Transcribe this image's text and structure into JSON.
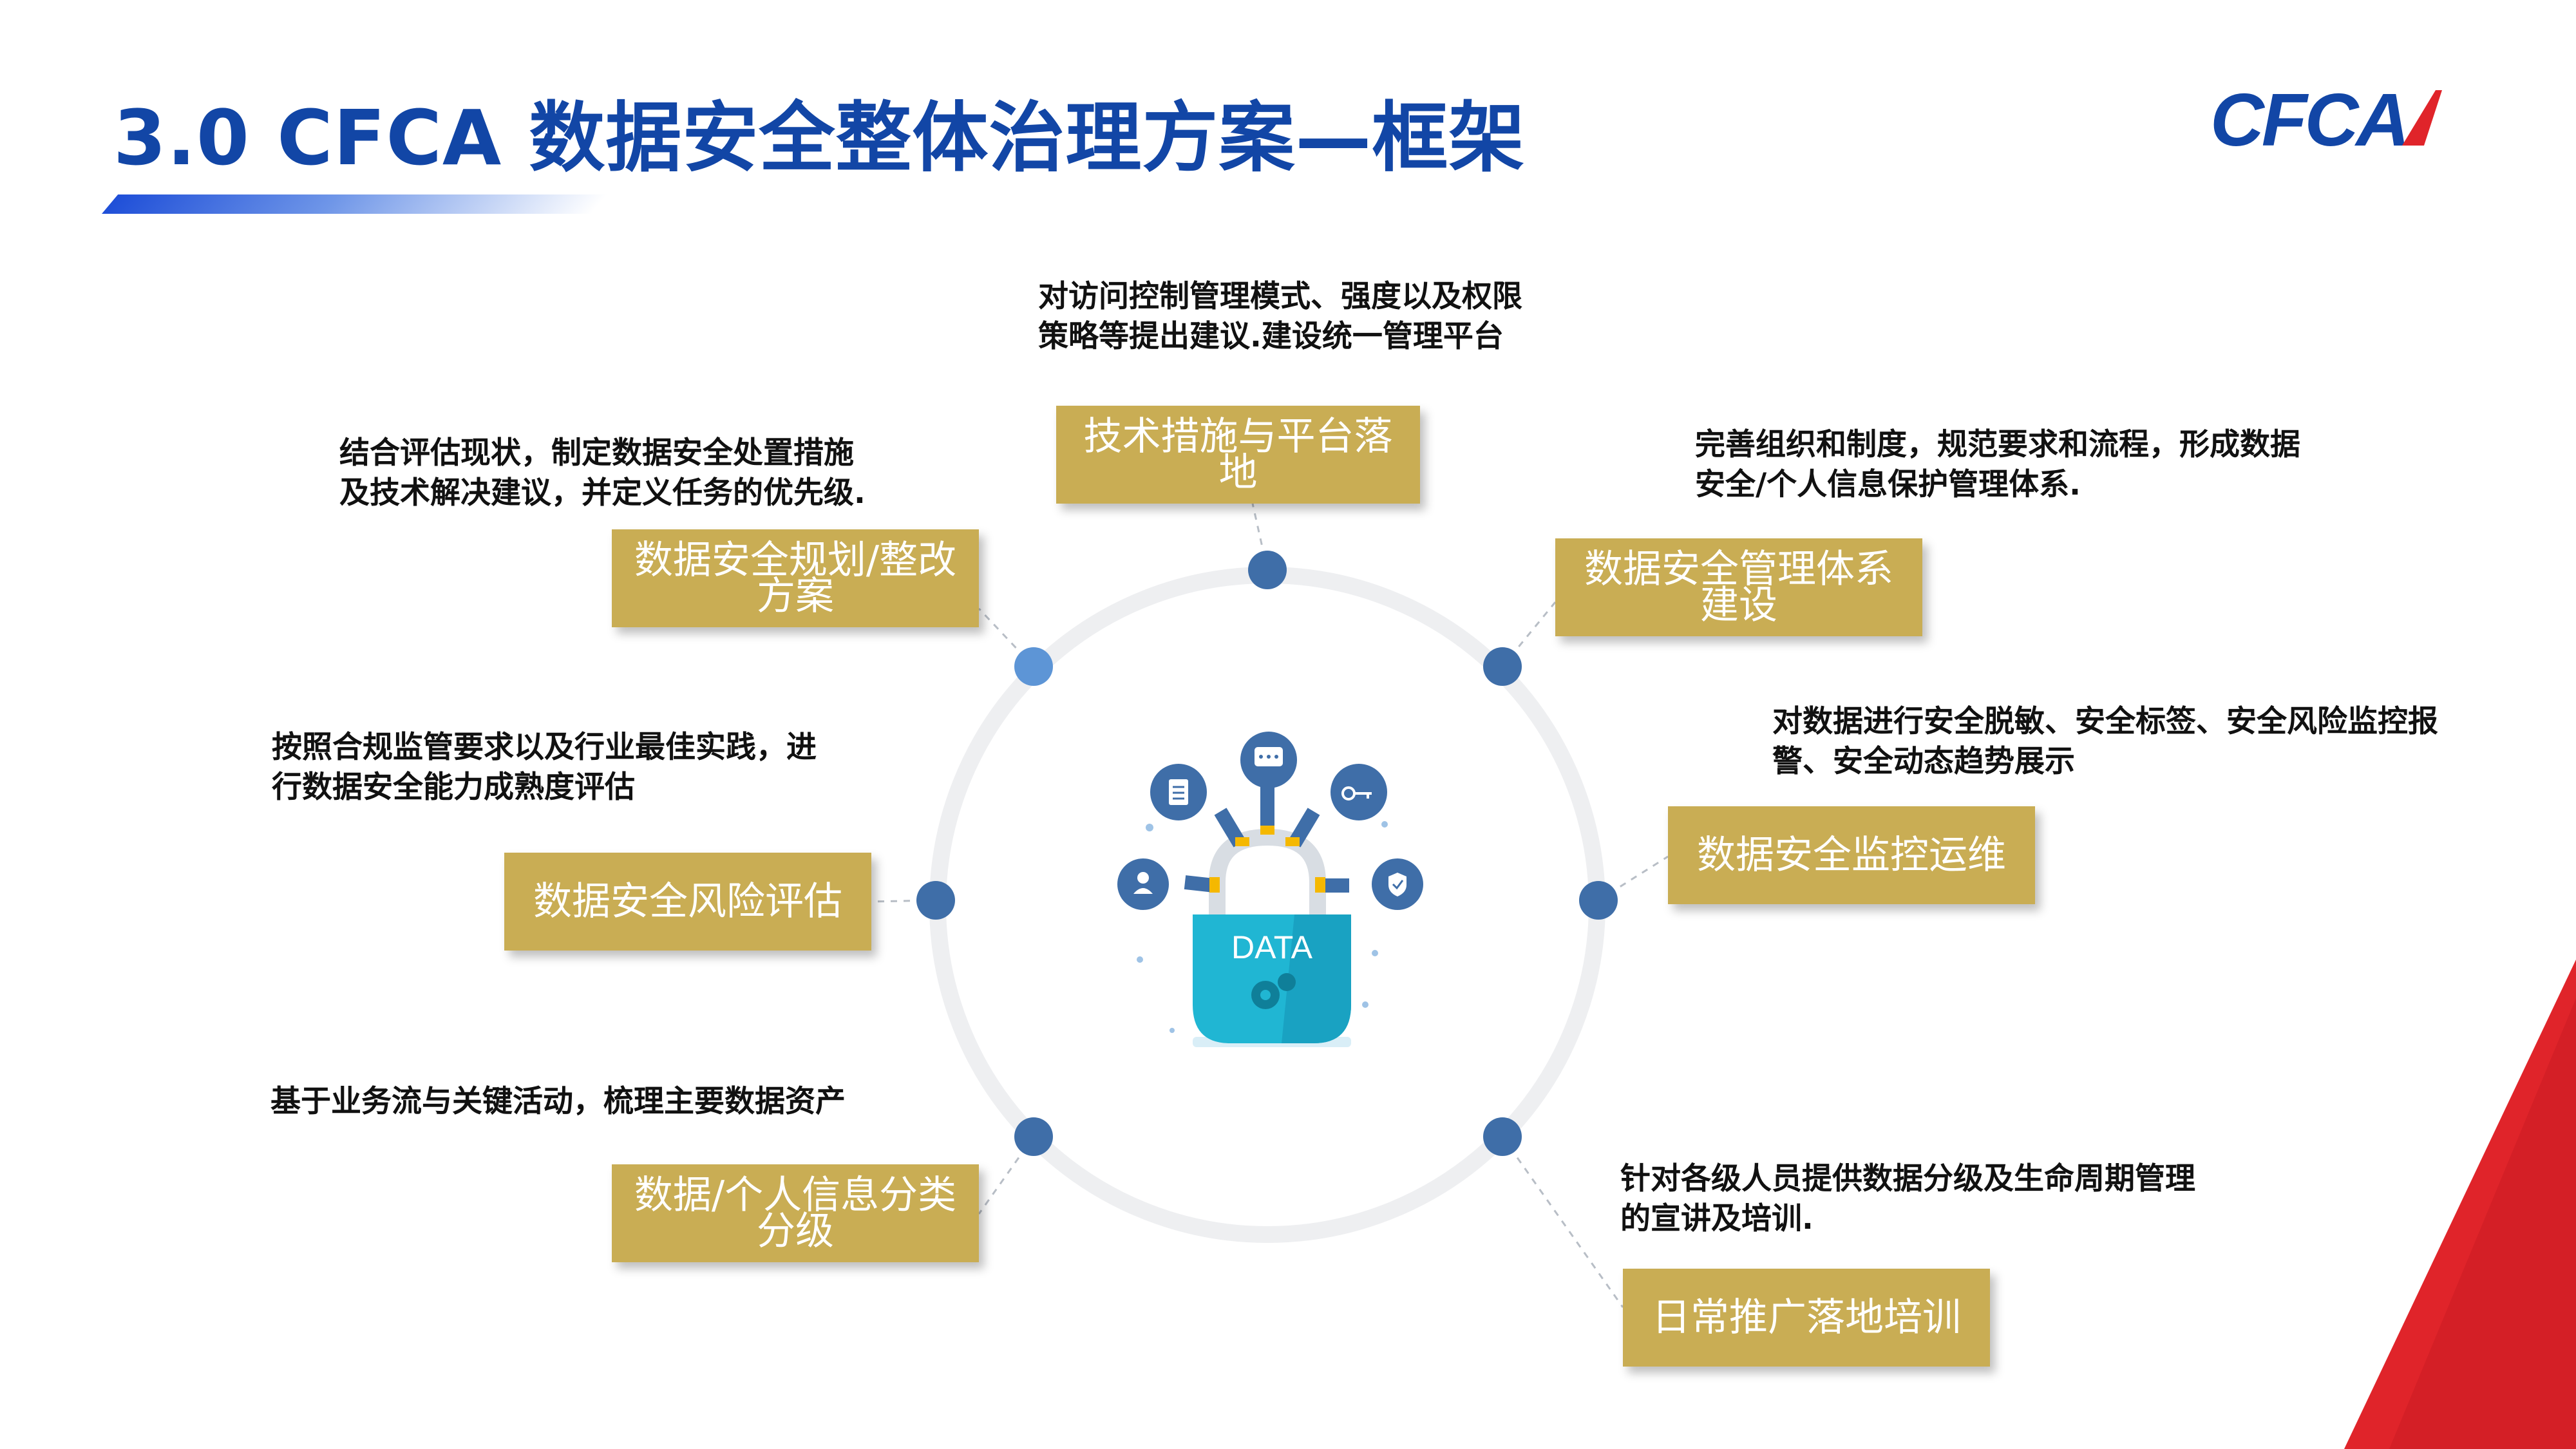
{
  "title": "3.0 CFCA 数据安全整体治理方案—框架",
  "logo_text": "CFCA",
  "center_label": "DATA",
  "colors": {
    "title": "#1246a6",
    "box": "#c9ad54",
    "node": "#3f6ea8",
    "node_light": "#5d95d6",
    "ring": "#eeeff1",
    "lock": "#20b6d3",
    "accent_red": "#e0242a"
  },
  "modules": [
    {
      "box_label": "技术措施与平台落地",
      "desc": "对访问控制管理模式、强度以及权限\n策略等提出建议.建设统一管理平台"
    },
    {
      "box_label": "数据安全管理体系\n建设",
      "desc": "完善组织和制度，规范要求和流程，形成数据\n安全/个人信息保护管理体系."
    },
    {
      "box_label": "数据安全监控运维",
      "desc": "对数据进行安全脱敏、安全标签、安全风险监控报\n警、安全动态趋势展示"
    },
    {
      "box_label": "日常推广落地培训",
      "desc": "针对各级人员提供数据分级及生命周期管理\n的宣讲及培训."
    },
    {
      "box_label": "数据/个人信息分类\n分级",
      "desc": "基于业务流与关键活动，梳理主要数据资产"
    },
    {
      "box_label": "数据安全风险评估",
      "desc": "按照合规监管要求以及行业最佳实践，进\n行数据安全能力成熟度评估"
    },
    {
      "box_label": "数据安全规划/整改\n方案",
      "desc": "结合评估现状，制定数据安全处置措施\n及技术解决建议，并定义任务的优先级."
    }
  ],
  "lock_icons": [
    "user-icon",
    "document-icon",
    "chat-icon",
    "key-icon",
    "shield-icon",
    "gear-icon"
  ]
}
